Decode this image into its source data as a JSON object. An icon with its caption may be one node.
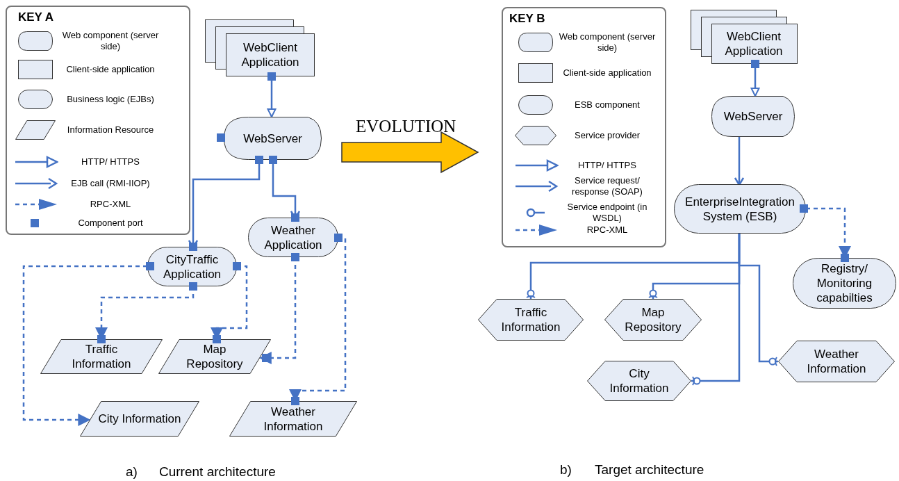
{
  "diagram": {
    "nodes": [
      {
        "text": [
          "WebClient Application"
        ]
      },
      {
        "text": [
          "WebServer"
        ]
      },
      {
        "text": [
          "CityTraffic Application"
        ]
      },
      {
        "text": [
          "Weather Application"
        ]
      },
      {
        "text": [
          "Traffic Information"
        ]
      },
      {
        "text": [
          "Map Repository"
        ]
      },
      {
        "text": [
          "City Information"
        ]
      },
      {
        "text": [
          "Weather Information"
        ]
      },
      {
        "text": [
          "WebClient Application"
        ]
      },
      {
        "text": [
          "WebServer"
        ]
      },
      {
        "text": [
          "EnterpriseIntegration System (ESB)"
        ]
      },
      {
        "text": [
          "Registry/ Monitoring capabilties"
        ]
      },
      {
        "text": [
          "Traffic Information"
        ]
      },
      {
        "text": [
          "Map Repository"
        ]
      },
      {
        "text": [
          "City Information"
        ]
      },
      {
        "text": [
          "Weather Information"
        ]
      }
    ],
    "edges": [
      {
        "from": 0,
        "to": 1,
        "arrow": "to"
      },
      {
        "from": 1,
        "to": 2,
        "arrow": "to"
      },
      {
        "from": 1,
        "to": 3,
        "arrow": "to"
      },
      {
        "from": 2,
        "to": 6,
        "arrow": "to",
        "style": "dashed"
      },
      {
        "from": 2,
        "to": 4,
        "arrow": "to",
        "style": "dashed"
      },
      {
        "from": 2,
        "to": 5,
        "arrow": "to",
        "style": "dashed"
      },
      {
        "from": 3,
        "to": 5,
        "arrow": "to",
        "style": "dashed"
      },
      {
        "from": 3,
        "to": 7,
        "arrow": "to",
        "style": "dashed"
      },
      {
        "from": 8,
        "to": 9,
        "arrow": "to"
      },
      {
        "from": 9,
        "to": 10,
        "arrow": "to"
      },
      {
        "from": 10,
        "to": 11,
        "arrow": "to",
        "style": "dashed"
      },
      {
        "from": 10,
        "to": 12,
        "arrow": "other"
      },
      {
        "from": 10,
        "to": 13,
        "arrow": "other"
      },
      {
        "from": 10,
        "to": 14,
        "arrow": "other"
      },
      {
        "from": 10,
        "to": 15,
        "arrow": "other"
      }
    ],
    "labels": [
      "KEY A",
      "KEY B",
      "EVOLUTION",
      "a)",
      "Current architecture",
      "b)",
      "Target architecture"
    ],
    "legend": [
      {
        "text": "Web component (server side)"
      },
      {
        "text": "Client-side application"
      },
      {
        "text": "Business logic (EJBs)"
      },
      {
        "text": "Information Resource"
      },
      {
        "text": "HTTP/ HTTPS"
      },
      {
        "text": "EJB call (RMI-IIOP)"
      },
      {
        "text": "RPC-XML"
      },
      {
        "text": "Component port"
      },
      {
        "text": "Web component (server side)"
      },
      {
        "text": "Client-side application"
      },
      {
        "text": "ESB component"
      },
      {
        "text": "Service provider"
      },
      {
        "text": "HTTP/ HTTPS"
      },
      {
        "text": "Service request/ response (SOAP)"
      },
      {
        "text": "Service endpoint (in WSDL)"
      },
      {
        "text": "RPC-XML"
      }
    ]
  }
}
